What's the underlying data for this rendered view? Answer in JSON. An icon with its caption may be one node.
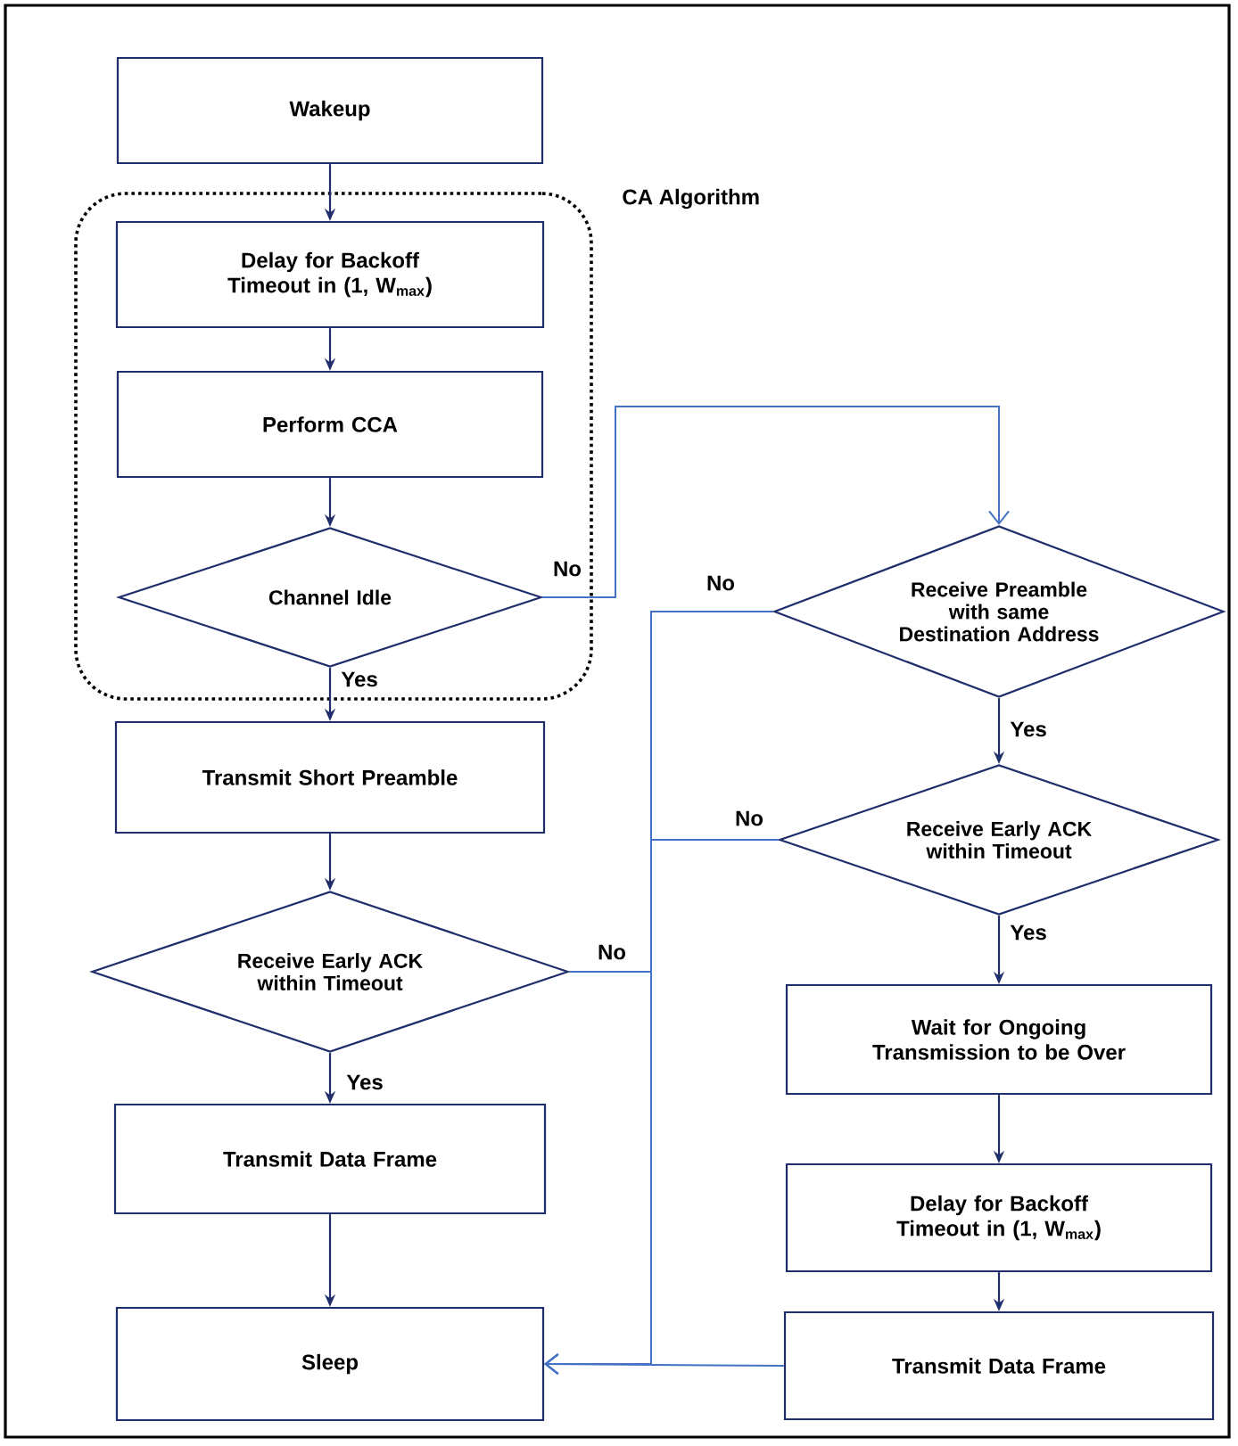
{
  "diagram": {
    "nodes": [
      {
        "text": [
          "Wakeup"
        ]
      },
      {
        "text": [
          "CA Algorithm"
        ]
      },
      {
        "text": [
          "Delay for Backoff Timeout in (1, W$_{max}$)"
        ],
        "in": 1
      },
      {
        "text": [
          "Perform CCA"
        ],
        "in": 1
      },
      {
        "text": [
          "Channel Idle"
        ],
        "in": 1
      },
      {
        "text": [
          "Transmit Short Preamble"
        ]
      },
      {
        "text": [
          "Receive Early ACK within Timeout"
        ]
      },
      {
        "text": [
          "Transmit Data Frame"
        ]
      },
      {
        "text": [
          "Sleep"
        ]
      },
      {
        "text": [
          "Receive Preamble with same Destination Address"
        ]
      },
      {
        "text": [
          "Receive Early ACK within Timeout"
        ]
      },
      {
        "text": [
          "Wait for Ongoing Transmission to be Over"
        ]
      },
      {
        "text": [
          "Delay for Backoff Timeout in (1, W$_{max}$)"
        ]
      },
      {
        "text": [
          "Transmit Data Frame"
        ]
      }
    ],
    "edges": [
      {
        "from": 0,
        "to": 2,
        "arrow": "to"
      },
      {
        "from": 2,
        "to": 3,
        "arrow": "to"
      },
      {
        "from": 3,
        "to": 4,
        "arrow": "to"
      },
      {
        "from": 4,
        "to": 5,
        "arrow": "to",
        "label": "Yes"
      },
      {
        "from": 4,
        "to": 9,
        "arrow": "to",
        "label": "No",
        "color": "#4472c4"
      },
      {
        "from": 5,
        "to": 6,
        "arrow": "to"
      },
      {
        "from": 6,
        "to": 7,
        "arrow": "to",
        "label": "Yes"
      },
      {
        "from": 7,
        "to": 8,
        "arrow": "to"
      },
      {
        "from": 6,
        "to": 8,
        "arrow": "to",
        "label": "No",
        "color": "#4472c4"
      },
      {
        "from": 9,
        "to": 8,
        "arrow": "to",
        "label": "No",
        "color": "#4472c4"
      },
      {
        "from": 9,
        "to": 10,
        "arrow": "to",
        "label": "Yes"
      },
      {
        "from": 10,
        "to": 8,
        "arrow": "to",
        "label": "No",
        "color": "#4472c4"
      },
      {
        "from": 10,
        "to": 11,
        "arrow": "to",
        "label": "Yes"
      },
      {
        "from": 11,
        "to": 12,
        "arrow": "to"
      },
      {
        "from": 12,
        "to": 13,
        "arrow": "to"
      },
      {
        "from": 13,
        "to": 8,
        "arrow": "to",
        "color": "#4472c4"
      }
    ]
  }
}
